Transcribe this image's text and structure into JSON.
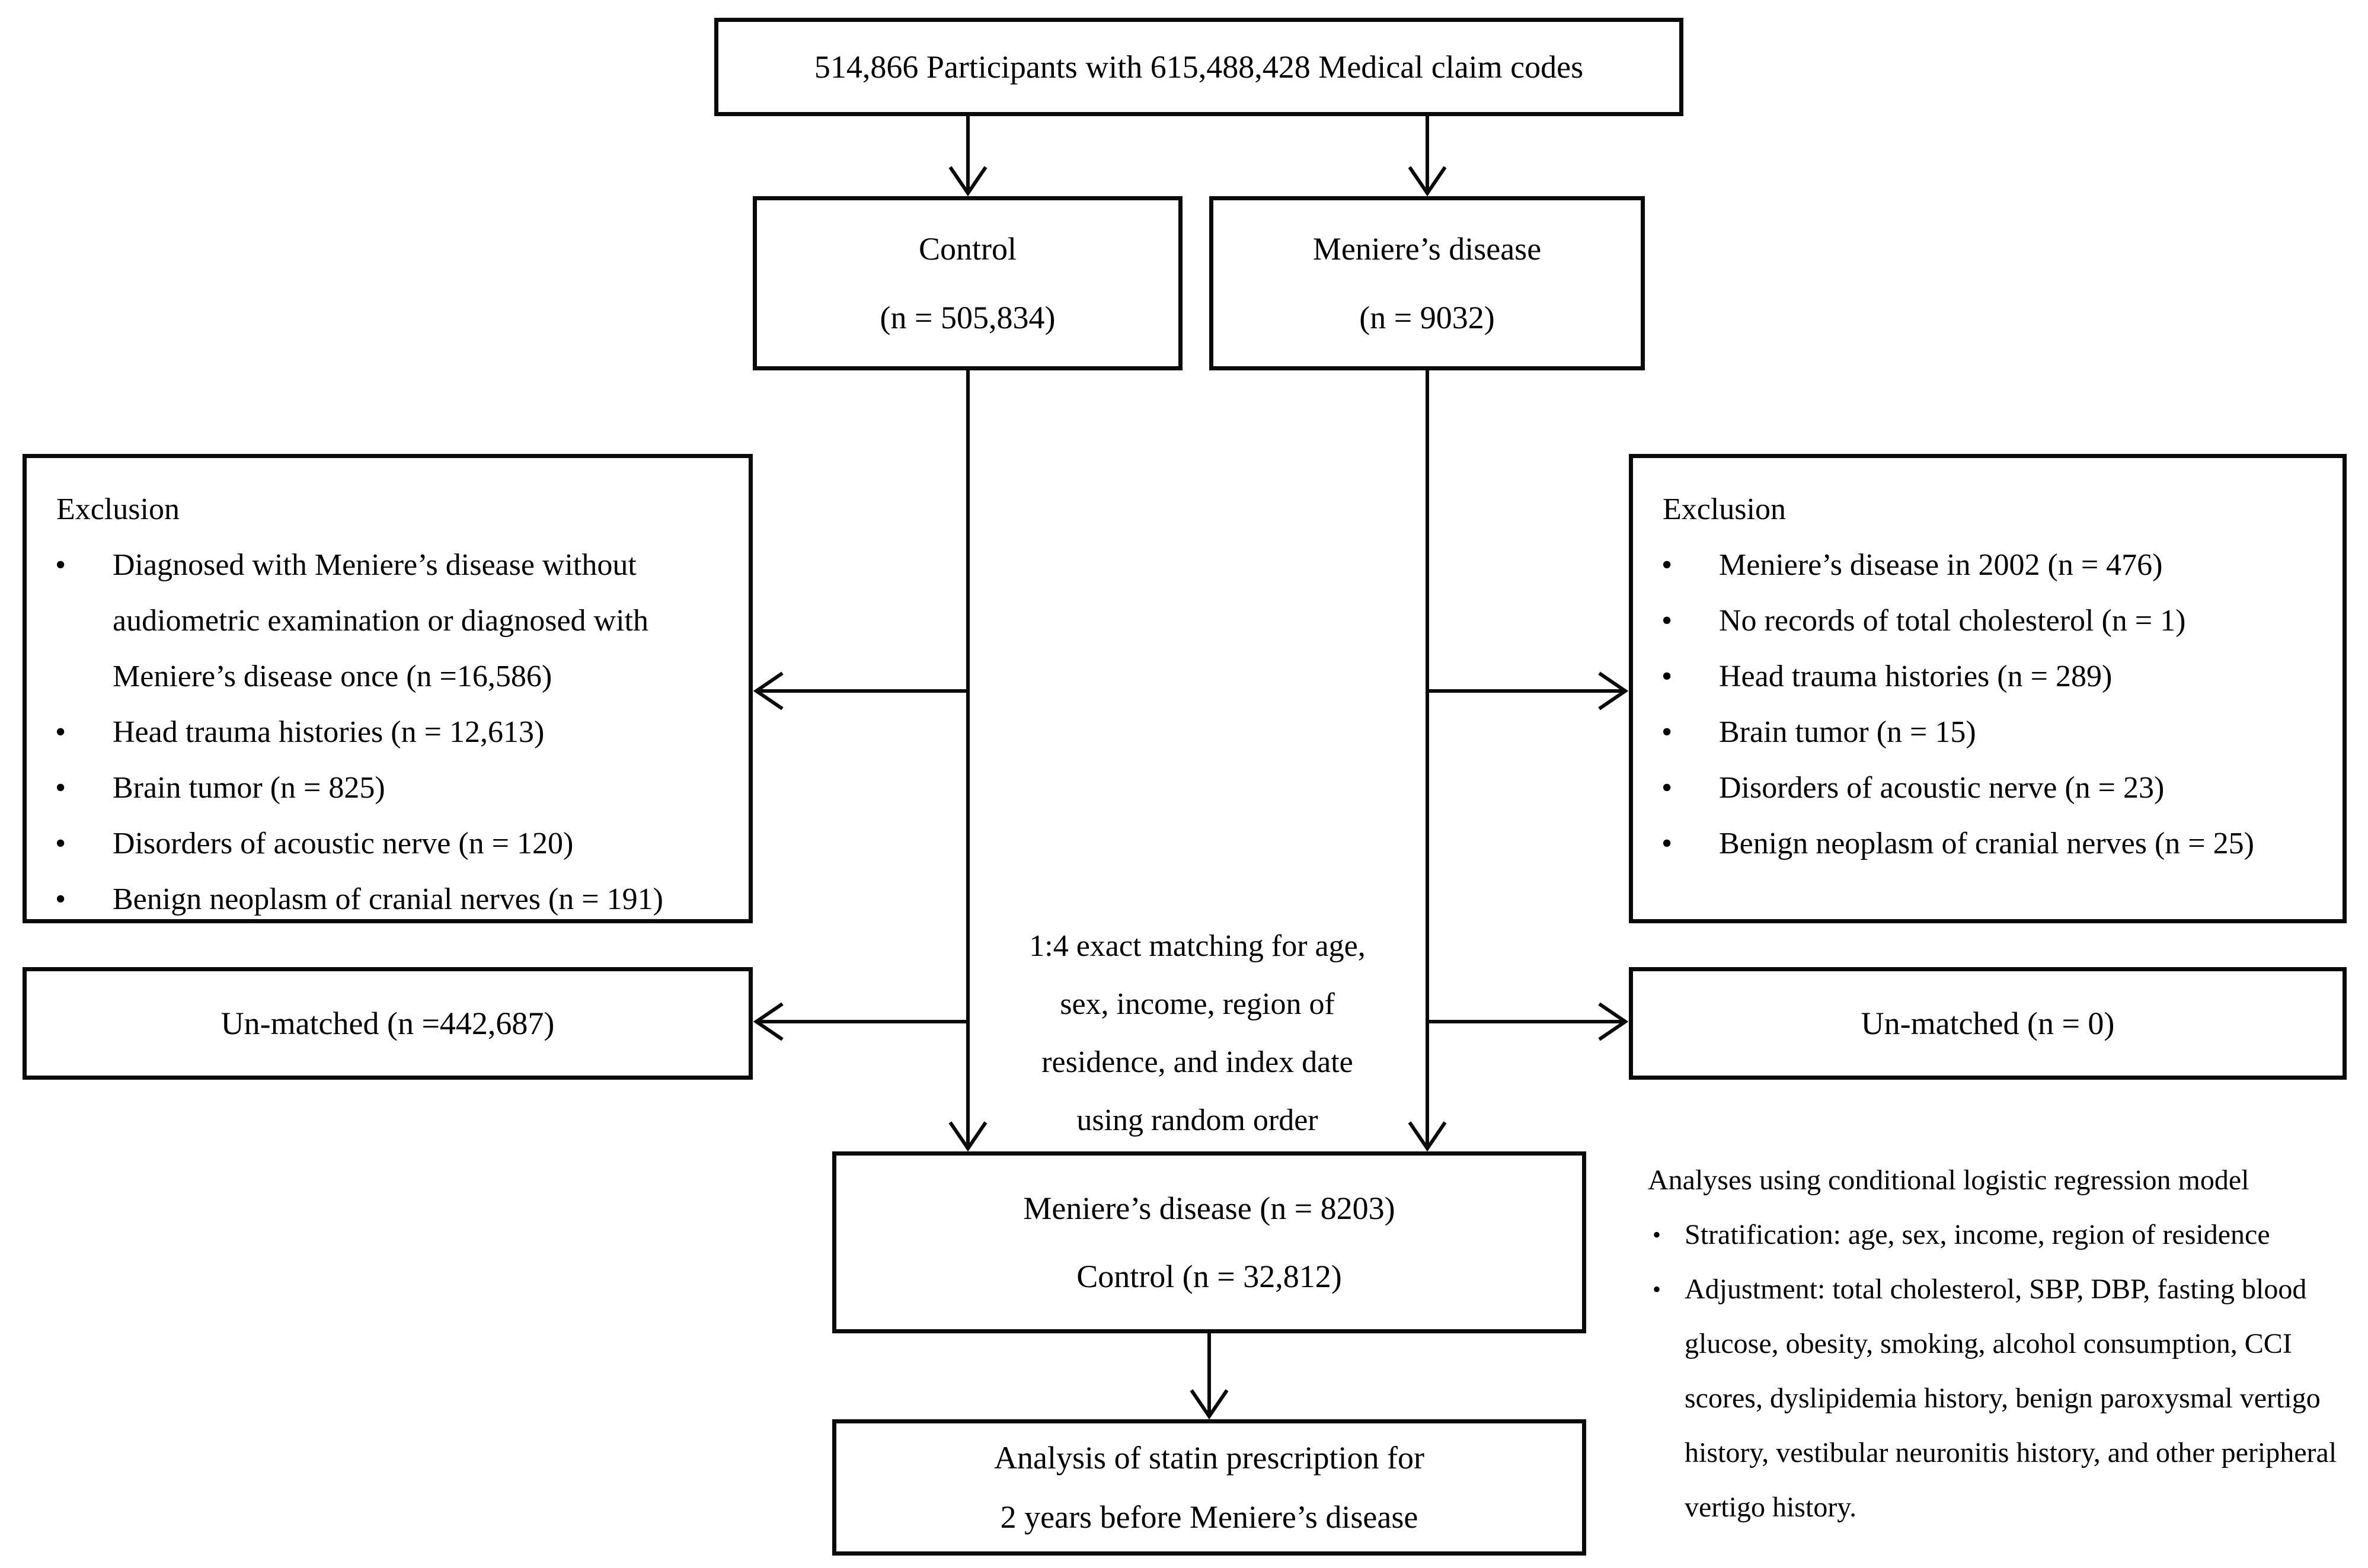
{
  "colors": {
    "background": "#ffffff",
    "ink": "#0a0a0a"
  },
  "flow": {
    "top_box": {
      "text": "514,866 Participants with  615,488,428 Medical claim codes"
    },
    "control_box": {
      "title": "Control",
      "n": "(n = 505,834)"
    },
    "meniere_box": {
      "title": "Meniere’s disease",
      "n": "(n = 9032)"
    },
    "left_exclusion": {
      "title": "Exclusion",
      "items": [
        "Diagnosed with Meniere’s disease without audiometric examination or diagnosed with Meniere’s disease once (n =16,586)",
        "Head trauma histories (n = 12,613)",
        "Brain tumor (n = 825)",
        "Disorders of acoustic nerve (n = 120)",
        "Benign neoplasm of cranial nerves (n = 191)"
      ]
    },
    "right_exclusion": {
      "title": "Exclusion",
      "items": [
        "Meniere’s disease in 2002 (n = 476)",
        "No records of total cholesterol (n = 1)",
        "Head trauma histories (n = 289)",
        "Brain tumor (n = 15)",
        "Disorders of acoustic nerve (n = 23)",
        "Benign neoplasm of cranial nerves (n = 25)"
      ]
    },
    "left_unmatched_box": {
      "text": "Un-matched (n =442,687)"
    },
    "right_unmatched_box": {
      "text": "Un-matched (n = 0)"
    },
    "matching_note": {
      "lines": [
        "1:4 exact matching for age,",
        "sex, income, region of",
        "residence, and index date",
        "using random order"
      ]
    },
    "matched_box": {
      "line1": "Meniere’s disease (n = 8203)",
      "line2": "Control (n = 32,812)"
    },
    "analysis_box": {
      "line1": "Analysis of statin prescription for",
      "line2": "2 years before Meniere’s disease"
    },
    "notes": {
      "title": "Analyses using conditional logistic regression model",
      "items": [
        "Stratification: age, sex, income, region of residence",
        "Adjustment: total cholesterol, SBP, DBP, fasting blood glucose, obesity, smoking, alcohol consumption, CCI scores, dyslipidemia history, benign paroxysmal vertigo history, vestibular neuronitis history, and other peripheral vertigo history."
      ]
    }
  }
}
